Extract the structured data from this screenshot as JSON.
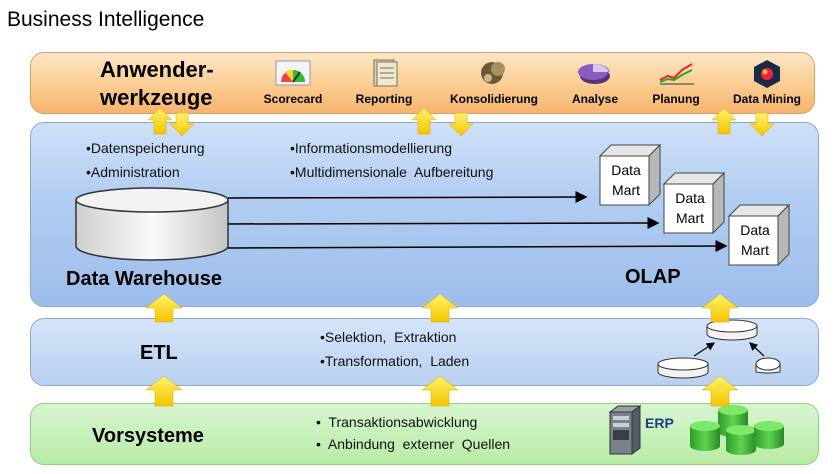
{
  "title": "Business Intelligence",
  "tools_layer": {
    "label_line1": "Anwender-",
    "label_line2": "werkzeuge",
    "tools": [
      {
        "label": "Scorecard",
        "icon": "scorecard-icon"
      },
      {
        "label": "Reporting",
        "icon": "reporting-icon"
      },
      {
        "label": "Konsolidierung",
        "icon": "konsolidierung-icon"
      },
      {
        "label": "Analyse",
        "icon": "analyse-icon"
      },
      {
        "label": "Planung",
        "icon": "planung-icon"
      },
      {
        "label": "Data Mining",
        "icon": "data-mining-icon"
      }
    ]
  },
  "dwh_layer": {
    "title": "Data Warehouse",
    "bullets_left": [
      "•Datenspeicherung",
      "•Administration"
    ],
    "bullets_right": [
      "•Informationsmodellierung",
      "•Multidimensionale  Aufbereitung"
    ],
    "olap_label": "OLAP",
    "data_marts": [
      {
        "line1": "Data",
        "line2": "Mart"
      },
      {
        "line1": "Data",
        "line2": "Mart"
      },
      {
        "line1": "Data",
        "line2": "Mart"
      }
    ]
  },
  "etl_layer": {
    "title": "ETL",
    "bullets": [
      "•Selektion,  Extraktion",
      "•Transformation,  Laden"
    ]
  },
  "source_layer": {
    "title": "Vorsysteme",
    "bullets": [
      "•  Transaktionsabwicklung",
      "•  Anbindung  externer  Quellen"
    ],
    "erp_label": "ERP"
  },
  "colors": {
    "tools_layer": "#fac98c",
    "dwh_layer": "#b2cdf2",
    "etl_layer": "#b9d0f0",
    "source_layer": "#b8eba6",
    "arrow": "#f5d000"
  }
}
